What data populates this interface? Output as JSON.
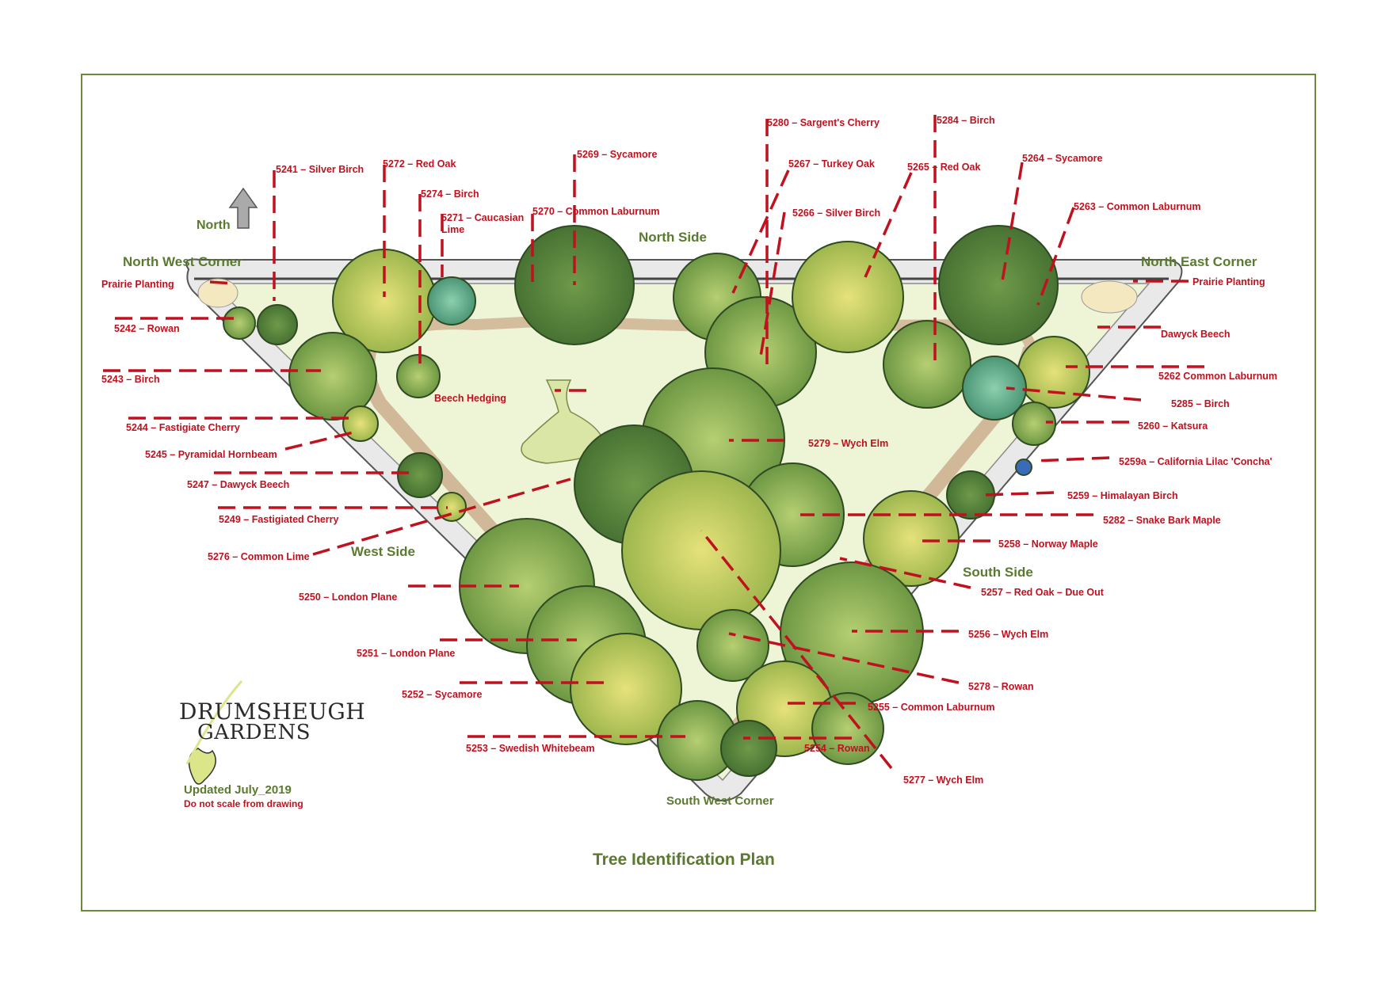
{
  "title": "Tree Identification Plan",
  "logo": {
    "line1": "DRUMSHEUGH",
    "line2": "GARDENS"
  },
  "updated": "Updated July_2019",
  "note": "Do not scale from drawing",
  "north": "North",
  "areas": {
    "north_west_corner": "North West Corner",
    "north_side": "North Side",
    "north_east_corner": "North East Corner",
    "west_side": "West Side",
    "south_side": "South Side",
    "south_west_corner": "South West Corner"
  },
  "labels": {
    "prairie_nw": "Prairie Planting",
    "prairie_ne": "Prairie Planting",
    "beech_hedging": "Beech Hedging",
    "dawyck_ne": "Dawyck Beech",
    "t5241": "5241 – Silver Birch",
    "t5272": "5272 – Red Oak",
    "t5274": "5274 – Birch",
    "t5271a": "5271 – Caucasian",
    "t5271b": "Lime",
    "t5269": "5269 – Sycamore",
    "t5270": "5270 – Common Laburnum",
    "t5280": "5280 – Sargent's Cherry",
    "t5267": "5267 – Turkey Oak",
    "t5266": "5266 – Silver Birch",
    "t5284": "5284 – Birch",
    "t5265": "5265 – Red Oak",
    "t5264": "5264 – Sycamore",
    "t5263": "5263 – Common Laburnum",
    "t5242": "5242 – Rowan",
    "t5243": "5243 – Birch",
    "t5244": "5244 – Fastigiate Cherry",
    "t5245": "5245 – Pyramidal Hornbeam",
    "t5247": "5247 – Dawyck Beech",
    "t5249": "5249 – Fastigiated Cherry",
    "t5276": "5276 – Common Lime",
    "t5250": "5250 – London Plane",
    "t5251": "5251 – London Plane",
    "t5252": "5252 – Sycamore",
    "t5253": "5253 – Swedish Whitebeam",
    "t5279": "5279 – Wych Elm",
    "t5262": "5262 Common Laburnum",
    "t5285": "5285 – Birch",
    "t5260": "5260 – Katsura",
    "t5259a": "5259a – California Lilac 'Concha'",
    "t5259": "5259 – Himalayan Birch",
    "t5282": "5282 – Snake Bark Maple",
    "t5258": "5258 – Norway Maple",
    "t5257": "5257 – Red Oak – Due Out",
    "t5256": "5256 – Wych Elm",
    "t5278": "5278 – Rowan",
    "t5255": "5255 – Common Laburnum",
    "t5254": "5254 – Rowan",
    "t5277": "5277 – Wych Elm"
  },
  "colors": {
    "frame": "#6b8a3a",
    "label_red": "#c0111f",
    "area_green": "#5a7a2e",
    "lawn": "#eef5d6",
    "path": "#c9a98a"
  }
}
